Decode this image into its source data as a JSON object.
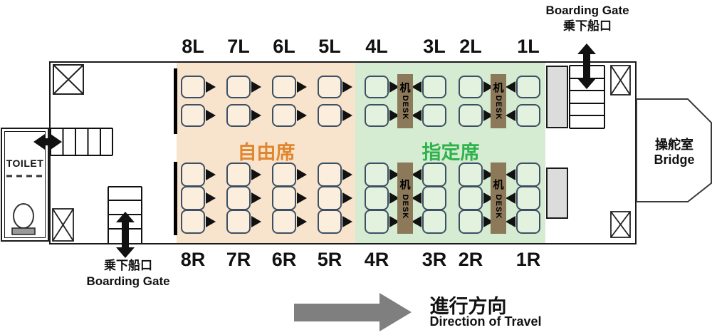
{
  "colors": {
    "free_zone_bg": "#f8e4cd",
    "free_seat_fill": "#fbeedd",
    "free_label_accent": "#e0862e",
    "reserved_zone_bg": "#d5ecd2",
    "reserved_seat_fill": "#e3f2df",
    "reserved_label_accent": "#2eb34c",
    "desk_fill": "#8c795a",
    "seat_border": "#3d4f63",
    "platform_fill": "#dcdcdc",
    "travel_arrow": "#7f7f7f"
  },
  "labels": {
    "toilet": "TOILET",
    "bridge_jp": "操舵室",
    "bridge_en": "Bridge",
    "gate_top_en": "Boarding Gate",
    "gate_top_jp": "乗下船口",
    "gate_bottom_jp": "乗下船口",
    "gate_bottom_en": "Boarding Gate",
    "direction_jp": "進行方向",
    "direction_en": "Direction of Travel"
  },
  "zones": {
    "free": {
      "label": "自由席"
    },
    "reserved": {
      "label": "指定席"
    }
  },
  "cabin": {
    "desk_jp": "机",
    "desk_en": "DESK",
    "upper_row_count": 2,
    "lower_row_count": 3,
    "columns": [
      {
        "top_label": "8L",
        "bottom_label": "8R",
        "zone": "free",
        "facing": "right"
      },
      {
        "top_label": "7L",
        "bottom_label": "7R",
        "zone": "free",
        "facing": "right"
      },
      {
        "top_label": "6L",
        "bottom_label": "6R",
        "zone": "free",
        "facing": "right"
      },
      {
        "top_label": "5L",
        "bottom_label": "5R",
        "zone": "free",
        "facing": "right"
      },
      {
        "top_label": "4L",
        "bottom_label": "4R",
        "zone": "reserved",
        "facing": "right"
      },
      {
        "top_label": "3L",
        "bottom_label": "3R",
        "zone": "reserved",
        "facing": "left"
      },
      {
        "top_label": "2L",
        "bottom_label": "2R",
        "zone": "reserved",
        "facing": "right"
      },
      {
        "top_label": "1L",
        "bottom_label": "1R",
        "zone": "reserved",
        "facing": "left"
      }
    ],
    "desks": [
      {
        "between": [
          "4L",
          "3L"
        ]
      },
      {
        "between": [
          "2L",
          "1L"
        ]
      }
    ]
  }
}
